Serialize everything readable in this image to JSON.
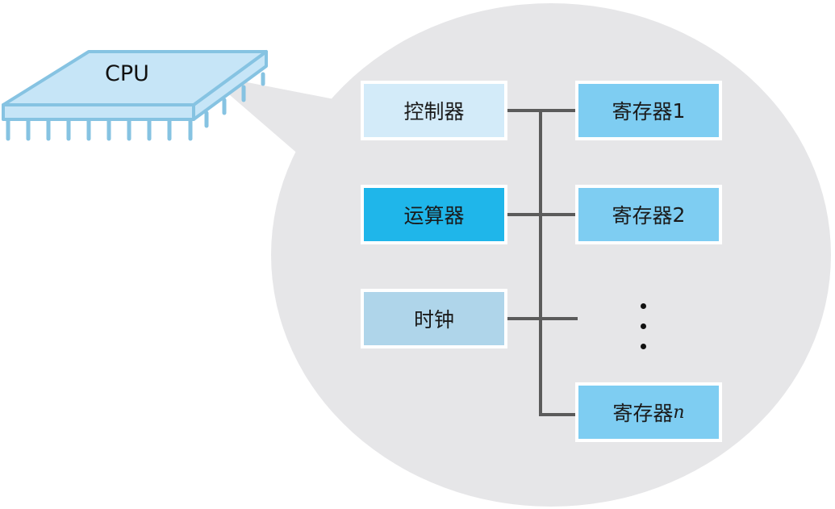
{
  "cpu": {
    "label": "CPU"
  },
  "components": {
    "controller": {
      "label": "控制器",
      "color": "#d3ebf9"
    },
    "alu": {
      "label": "运算器",
      "color": "#1fb6ea"
    },
    "clock": {
      "label": "时钟",
      "color": "#afd5ea"
    }
  },
  "registers": [
    {
      "label": "寄存器",
      "suffix": "1",
      "color": "#7ecdf2"
    },
    {
      "label": "寄存器",
      "suffix": "2",
      "color": "#7ecdf2"
    },
    {
      "label": "寄存器",
      "suffix": "n",
      "color": "#7ecdf2"
    }
  ],
  "ellipsis": "⋮",
  "colors": {
    "bubble": "#e6e6e8",
    "chip_fill": "#c6e5f7",
    "chip_stroke": "#86c3e2",
    "bus_line": "#5b5b5b"
  }
}
